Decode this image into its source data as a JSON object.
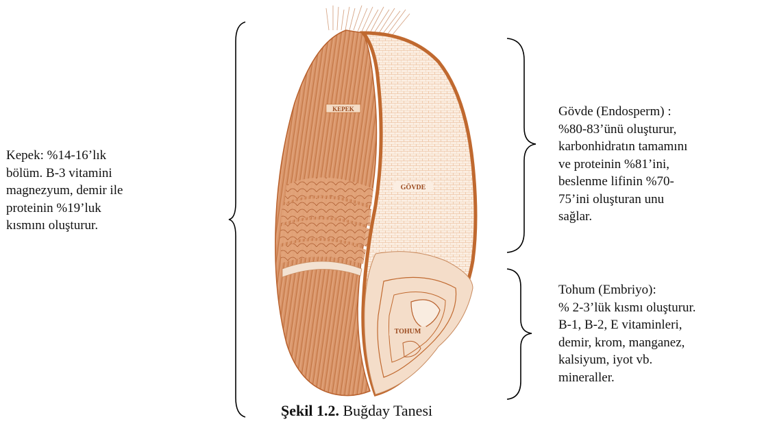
{
  "labels": {
    "bran": "KEPEK",
    "endosperm": "GÖVDE",
    "germ": "TOHUM"
  },
  "annotations": {
    "bran": "Kepek: %14-16’lık\nbölüm. B-3 vitamini\nmagnezyum, demir ile\nproteinin %19’luk\nkısmını oluşturur.",
    "endosperm": "Gövde (Endosperm) :\n%80-83’ünü oluşturur,\nkarbonhidratın tamamını\nve proteinin %81’ini,\nbeslenme lifinin %70-\n75’ini oluşturan unu\nsağlar.",
    "germ": "Tohum (Embriyo):\n% 2-3’lük kısmı oluşturur.\nB-1, B-2, E vitaminleri,\ndemir, krom, manganez,\nkalsiyum, iyot vb.\nmineraller."
  },
  "caption": {
    "number": "Şekil 1.2.",
    "title": "Buğday Tanesi"
  },
  "colors": {
    "bran": "#d9956a",
    "bran_dark": "#b8602c",
    "endosperm": "#fbeee2",
    "outline": "#c0692f",
    "label_bg": "#f4dcc6",
    "bracket": "#000000"
  }
}
